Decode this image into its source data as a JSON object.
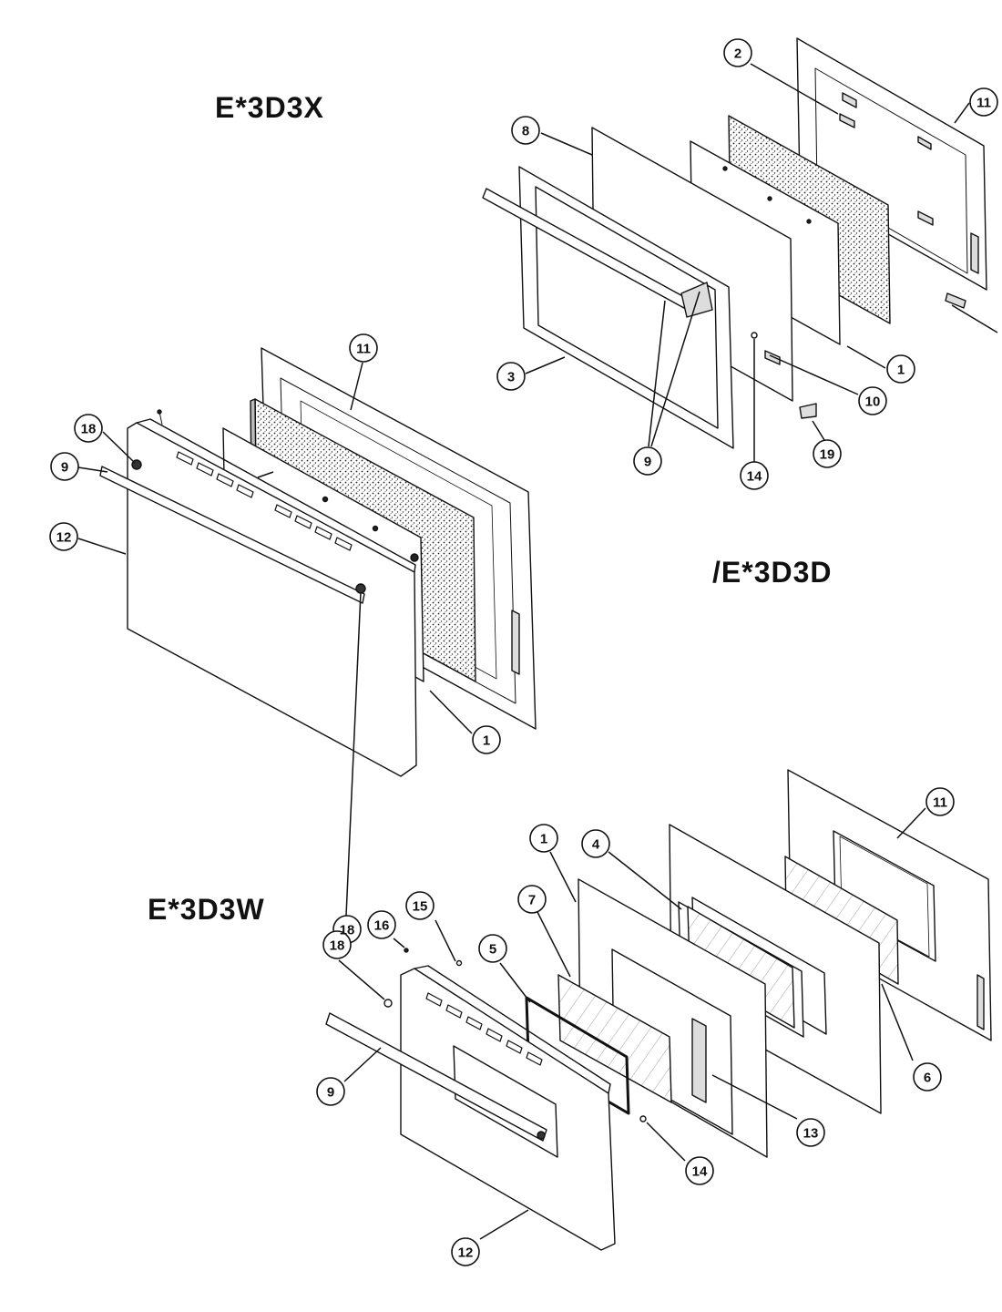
{
  "models": {
    "x": {
      "title": "E*3D3X"
    },
    "d": {
      "title": "/E*3D3D"
    },
    "w": {
      "title": "E*3D3W"
    }
  },
  "callouts": {
    "x": [
      "18",
      "9",
      "12",
      "11",
      "18",
      "1"
    ],
    "d": [
      "2",
      "11",
      "8",
      "3",
      "9",
      "14",
      "19",
      "10",
      "1"
    ],
    "w": [
      "1",
      "4",
      "11",
      "18",
      "16",
      "15",
      "5",
      "7",
      "9",
      "6",
      "13",
      "14",
      "12"
    ]
  }
}
